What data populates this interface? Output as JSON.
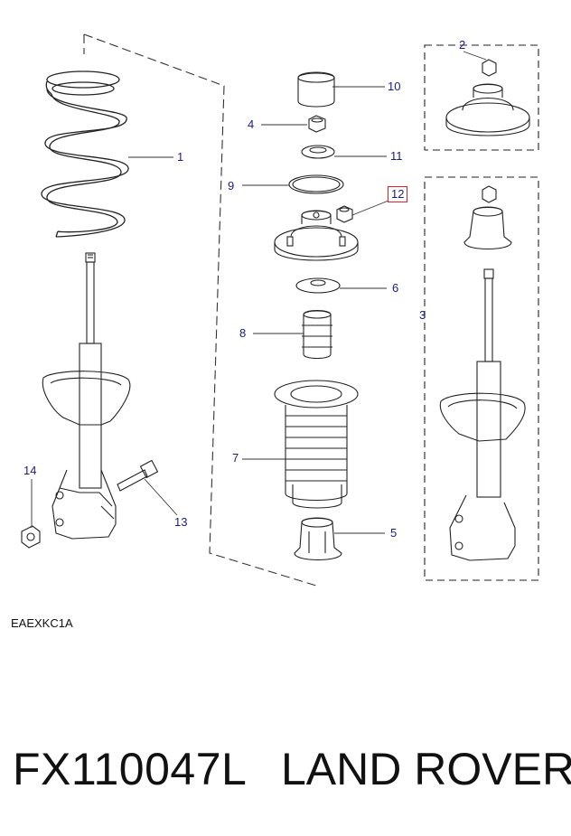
{
  "diagram": {
    "code": "EAEXKC1A",
    "callouts": [
      {
        "id": "1",
        "label": "1"
      },
      {
        "id": "2",
        "label": "2"
      },
      {
        "id": "3",
        "label": "3"
      },
      {
        "id": "4",
        "label": "4"
      },
      {
        "id": "5",
        "label": "5"
      },
      {
        "id": "6",
        "label": "6"
      },
      {
        "id": "7",
        "label": "7"
      },
      {
        "id": "8",
        "label": "8"
      },
      {
        "id": "9",
        "label": "9"
      },
      {
        "id": "10",
        "label": "10"
      },
      {
        "id": "11",
        "label": "11"
      },
      {
        "id": "12",
        "label": "12",
        "highlighted": true
      },
      {
        "id": "13",
        "label": "13"
      },
      {
        "id": "14",
        "label": "14"
      }
    ],
    "highlight_color": "#e0202a",
    "callout_color": "#1a1a8c"
  },
  "caption": {
    "part_number": "FX110047L",
    "brand": "LAND ROVER"
  }
}
